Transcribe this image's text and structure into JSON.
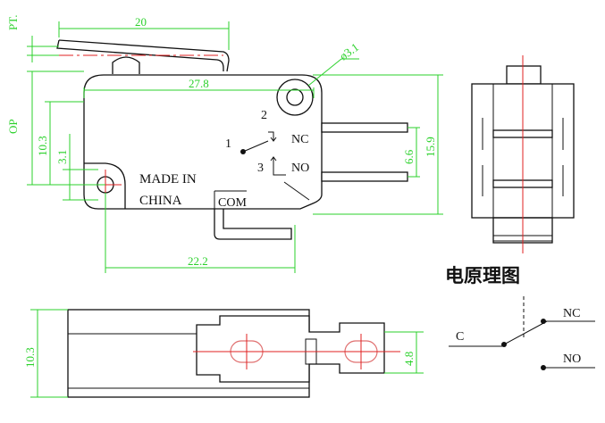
{
  "dimensions": {
    "width_20": "20",
    "length_27_8": "27.8",
    "hole_3_1": "ø3.1",
    "pt": "PT.",
    "op": "OP",
    "h_10_3": "10.3",
    "h_3_1": "3.1",
    "pin_6_6": "6.6",
    "height_15_9": "15.9",
    "base_22_2": "22.2",
    "bottom_10_3": "10.3",
    "tab_4_8": "4.8"
  },
  "labels": {
    "made_in": "MADE IN",
    "china": "CHINA",
    "com": "COM",
    "nc": "NC",
    "no": "NO",
    "pin1": "1",
    "pin2": "2",
    "pin3": "3"
  },
  "schematic": {
    "title": "电原理图",
    "c": "C",
    "nc": "NC",
    "no": "NO"
  },
  "colors": {
    "dimension": "#2bd12b",
    "centerline": "#e02020",
    "outline": "#111111"
  }
}
